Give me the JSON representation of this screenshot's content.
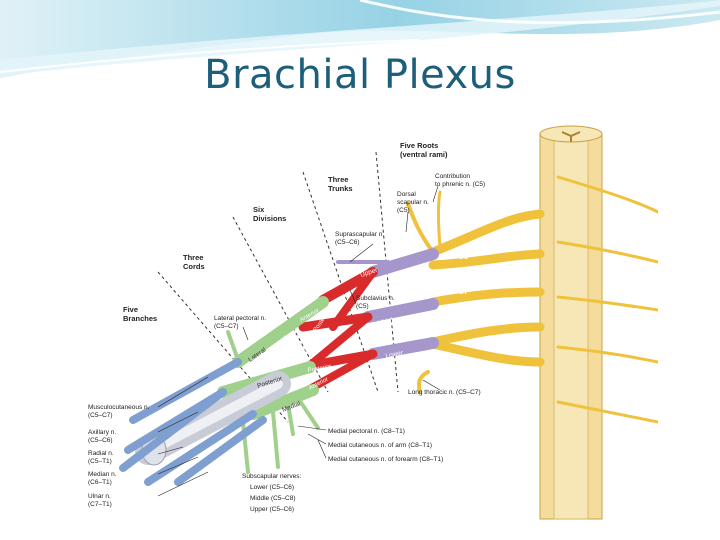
{
  "slide": {
    "title": "Brachial Plexus",
    "accent_color": "#1d5f7a",
    "banner_colors": [
      "#bfe3ee",
      "#7cc7df",
      "#e3f4f9"
    ]
  },
  "diagram": {
    "region_headings": [
      [
        "Five Roots",
        "(ventral rami)"
      ],
      [
        "Three",
        "Trunks"
      ],
      [
        "Six",
        "Divisions"
      ],
      [
        "Three",
        "Cords"
      ],
      [
        "Five",
        "Branches"
      ]
    ],
    "roots": [
      "C5",
      "C6",
      "C7",
      "C8",
      "T1"
    ],
    "trunks": [
      "Upper",
      "Middle",
      "Lower"
    ],
    "divisions": [
      "Anterior",
      "Posterior",
      "Anterior",
      "Posterior",
      "Posterior",
      "Anterior"
    ],
    "cords": [
      "Lateral",
      "Posterior",
      "Medial"
    ],
    "nerve_labels": [
      [
        "Contribution",
        "to phrenic n. (C5)"
      ],
      [
        "Dorsal",
        "scapular n.",
        "(C5)"
      ],
      [
        "Suprascapular n.",
        "(C5–C6)"
      ],
      [
        "Subclavius n.",
        "(C5)"
      ],
      [
        "Lateral pectoral n.",
        "(C5–C7)"
      ],
      [
        "Long thoracic n. (C5–C7)"
      ],
      [
        "Medial pectoral n. (C8–T1)"
      ],
      [
        "Medial cutaneous n. of arm (C8–T1)"
      ],
      [
        "Medial cutaneous n. of forearm (C8–T1)"
      ],
      [
        "Subscapular nerves:",
        "Lower (C5–C6)",
        "Middle (C5–C8)",
        "Upper (C5–C6)"
      ]
    ],
    "terminal_branches": [
      [
        "Musculocutaneous n.",
        "(C5–C7)"
      ],
      [
        "Axillary n.",
        "(C5–C6)"
      ],
      [
        "Radial n.",
        "(C5–T1)"
      ],
      [
        "Median n.",
        "(C6–T1)"
      ],
      [
        "Ulnar n.",
        "(C7–T1)"
      ]
    ],
    "colors": {
      "roots": "#f0c23b",
      "spinal_cord": "#f3dc9c",
      "trunks": "#a596cc",
      "divisions": "#d92b2b",
      "cords": "#9fd08c",
      "branches": "#7f9fd0",
      "artery": "#c8ccd6"
    }
  }
}
